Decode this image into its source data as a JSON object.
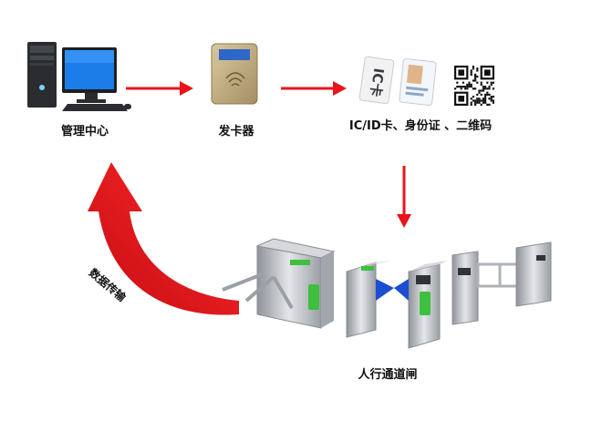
{
  "nodes": {
    "management_center": {
      "label": "管理中心"
    },
    "card_issuer": {
      "label": "发卡器"
    },
    "credentials": {
      "label": "IC/ID卡、身份证 、二维码",
      "ic_card_text": "IC卡"
    },
    "gates": {
      "label": "人行通道闸"
    }
  },
  "edges": {
    "data_transmission": {
      "label": "数据传输"
    }
  },
  "colors": {
    "arrow": "#e8141b",
    "metal": "#b9bcc0",
    "blue": "#1b4fd1",
    "green": "#3fbf3f"
  },
  "icons": [
    "computer-icon",
    "card-reader-icon",
    "ic-card-icon",
    "id-card-icon",
    "qr-code-icon",
    "tripod-turnstile-icon",
    "flap-barrier-icon",
    "swing-gate-icon"
  ]
}
